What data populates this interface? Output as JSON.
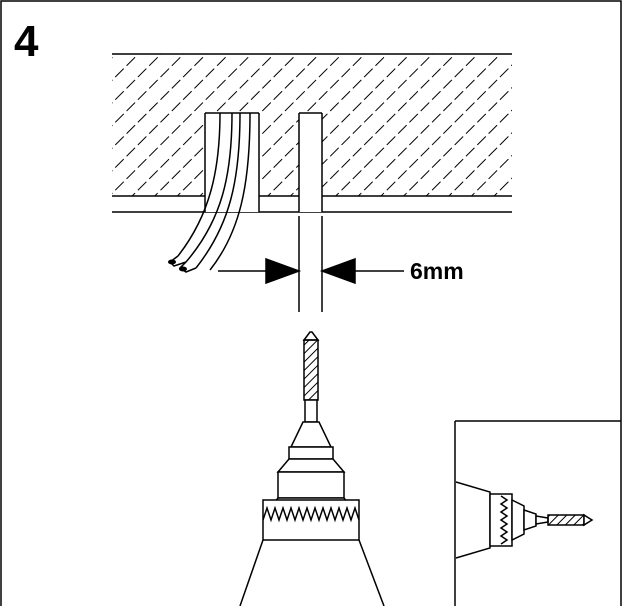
{
  "diagram": {
    "step_number": "4",
    "dimension_label": "6mm",
    "colors": {
      "line": "#000000",
      "background": "#ffffff"
    },
    "parts": [
      "wall-panel",
      "cable-exit-hole",
      "drill-hole",
      "electrical-cable",
      "drill-bit",
      "drill-chuck",
      "inset-drill-side-view"
    ]
  }
}
